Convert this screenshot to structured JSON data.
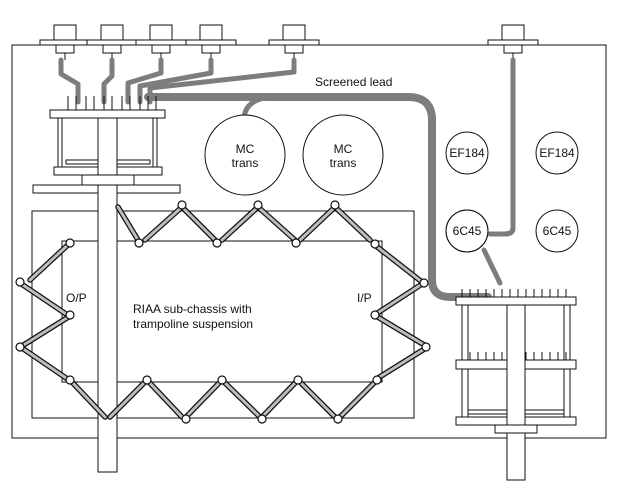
{
  "labels": {
    "screened_lead": "Screened lead",
    "mc_trans": [
      "MC",
      "trans"
    ],
    "ef184": "EF184",
    "6c45": "6C45",
    "o_p": "O/P",
    "i_p": "I/P",
    "riaa": [
      "RIAA sub-chassis with",
      "trampoline suspension"
    ]
  },
  "colors": {
    "line": "#111111",
    "lead": "#7d7d7d",
    "background": "#ffffff"
  }
}
